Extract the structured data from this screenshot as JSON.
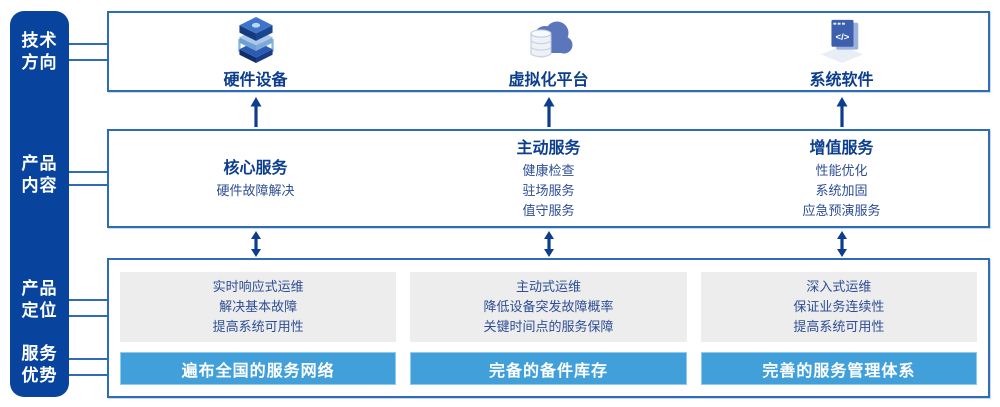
{
  "sidebar": {
    "items": [
      {
        "id": "tech-direction",
        "label": "技术\n方向"
      },
      {
        "id": "product-content",
        "label": "产品\n内容"
      },
      {
        "id": "product-positioning",
        "label": "产品\n定位"
      },
      {
        "id": "service-advantage",
        "label": "服务\n优势"
      }
    ]
  },
  "tech_row": {
    "columns": [
      {
        "icon": "server-stack-icon",
        "label": "硬件设备"
      },
      {
        "icon": "cloud-database-icon",
        "label": "虚拟化平台"
      },
      {
        "icon": "software-window-icon",
        "label": "系统软件"
      }
    ]
  },
  "content_row": {
    "columns": [
      {
        "title": "核心服务",
        "items": [
          "硬件故障解决"
        ]
      },
      {
        "title": "主动服务",
        "items": [
          "健康检查",
          "驻场服务",
          "值守服务"
        ]
      },
      {
        "title": "增值服务",
        "items": [
          "性能优化",
          "系统加固",
          "应急预演服务"
        ]
      }
    ]
  },
  "positioning_row": {
    "columns": [
      {
        "lines": [
          "实时响应式运维",
          "解决基本故障",
          "提高系统可用性"
        ],
        "advantage": "遍布全国的服务网络"
      },
      {
        "lines": [
          "主动式运维",
          "降低设备突发故障概率",
          "关键时间点的服务保障"
        ],
        "advantage": "完备的备件库存"
      },
      {
        "lines": [
          "深入式运维",
          "保证业务连续性",
          "提高系统可用性"
        ],
        "advantage": "完善的服务管理体系"
      }
    ]
  },
  "colors": {
    "sidebar_bg": "#08449e",
    "box_border": "#2e6cb8",
    "title_text": "#0c3e8f",
    "body_text": "#2d4e94",
    "gray_box_bg": "#ededee",
    "advantage_bar_bg": "#41a0da",
    "arrow": "#0d3d8f"
  }
}
